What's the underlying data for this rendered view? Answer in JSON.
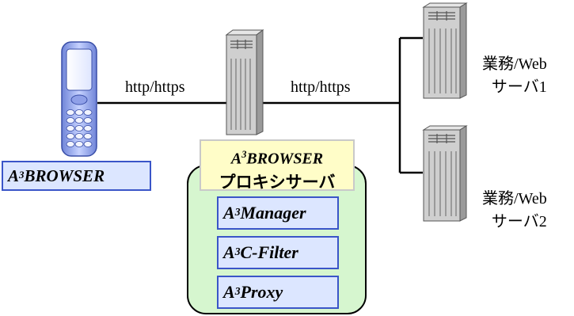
{
  "diagram": {
    "client_label": {
      "prefix": "A",
      "sup": "3",
      "rest": "BROWSER"
    },
    "link_client_proxy": "http/https",
    "link_proxy_servers": "http/https",
    "proxy": {
      "title_prefix": "A",
      "title_sup": "3",
      "title_rest": "BROWSER",
      "subtitle": "プロキシサーバ",
      "modules": [
        {
          "prefix": "A",
          "sup": "3",
          "rest": "Manager"
        },
        {
          "prefix": "A",
          "sup": "3",
          "rest": "C-Filter"
        },
        {
          "prefix": "A",
          "sup": "3",
          "rest": "Proxy"
        }
      ]
    },
    "server1": {
      "line1_jp": "業務",
      "line1_en": "/Web",
      "line2_jp": "サーバ",
      "line2_num": "1"
    },
    "server2": {
      "line1_jp": "業務",
      "line1_en": "/Web",
      "line2_jp": "サーバ",
      "line2_num": "2"
    }
  }
}
